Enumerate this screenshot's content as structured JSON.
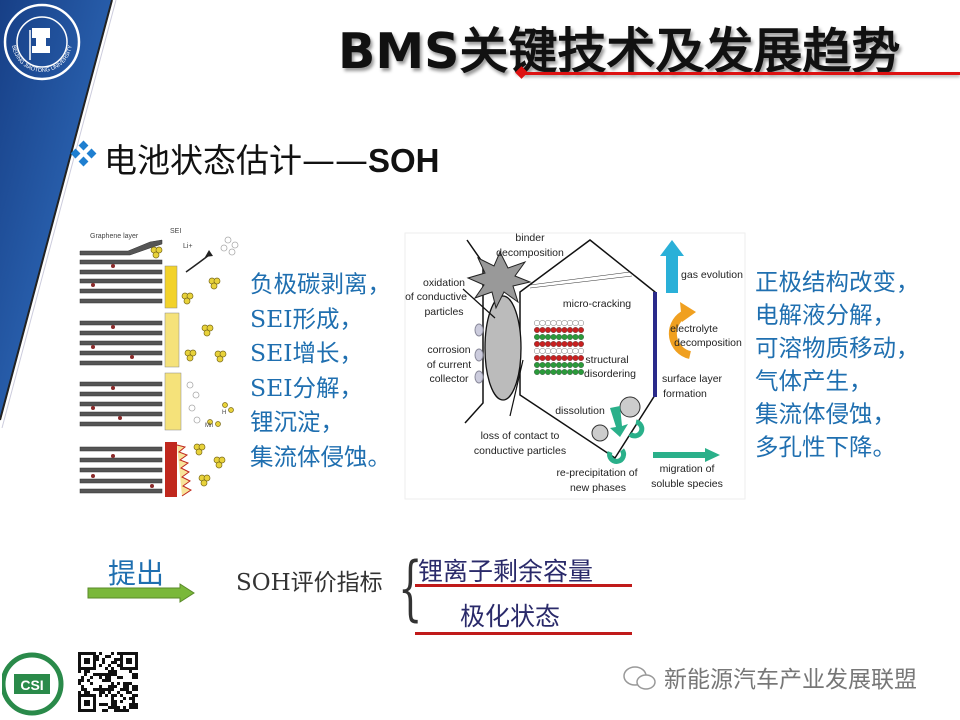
{
  "header": {
    "title": "BMS关键技术及发展趋势",
    "university_logo_text": "BEIJING JIAOTONG UNIVERSITY"
  },
  "section": {
    "title_cn": "电池状态估计——",
    "title_en": "SOH",
    "bullet_icon": "diamond-bullet-icon"
  },
  "anode_diagram": {
    "labels": {
      "graphene": "Graphene layer",
      "sei": "SEI",
      "li": "Li+",
      "h": "H",
      "mn": "Mn"
    }
  },
  "anode_text": [
    "负极碳剥离，",
    "SEI形成，",
    "SEI增长，",
    "SEI分解，",
    "锂沉淀，",
    "集流体侵蚀。"
  ],
  "cathode_diagram": {
    "labels": {
      "binder1": "binder",
      "binder2": "decomposition",
      "ox1": "oxidation",
      "ox2": "of conductive",
      "ox3": "particles",
      "cor1": "corrosion",
      "cor2": "of current",
      "cor3": "collector",
      "micro": "micro-cracking",
      "struct1": "structural",
      "struct2": "disordering",
      "gas": "gas evolution",
      "elec1": "electrolyte",
      "elec2": "decomposition",
      "surf1": "surface layer",
      "surf2": "formation",
      "diss": "dissolution",
      "loss1": "loss of contact to",
      "loss2": "conductive particles",
      "rep1": "re-precipitation of",
      "rep2": "new phases",
      "mig1": "migration of",
      "mig2": "soluble species"
    }
  },
  "cathode_text": [
    "正极结构改变，",
    "电解液分解，",
    "可溶物质移动，",
    "气体产生，",
    "集流体侵蚀，",
    "多孔性下降。"
  ],
  "bottom": {
    "propose": "提出",
    "soh_label": "SOH评价指标",
    "brace": "{",
    "items": [
      "锂离子剩余容量",
      "极化状态"
    ]
  },
  "footer": {
    "logo_text": "CSI",
    "watermark": "新能源汽车产业发展联盟"
  },
  "colors": {
    "band": "#1d4f9c",
    "accent_red": "#d11111",
    "text_blue": "#1f6fb0",
    "arrow_green": "#6aa832"
  }
}
